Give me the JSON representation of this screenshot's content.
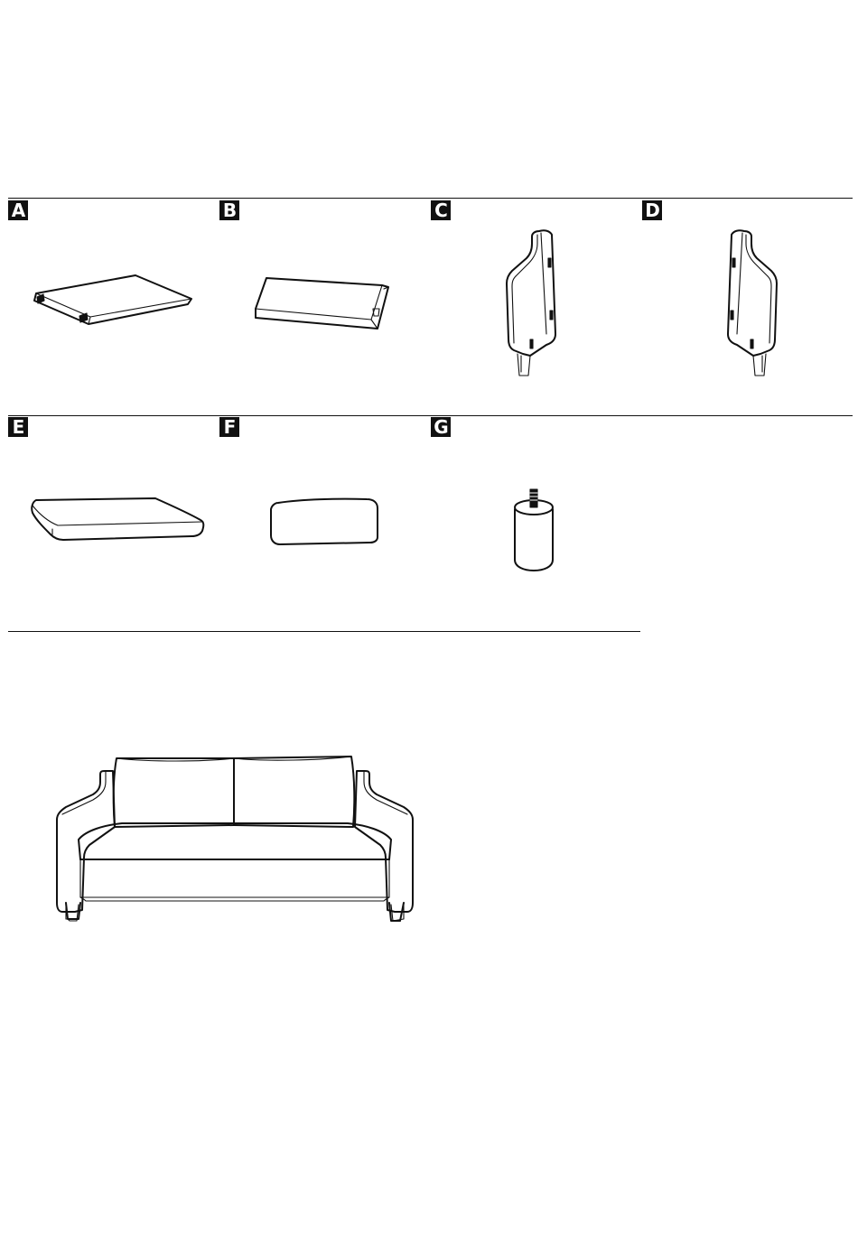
{
  "parts": [
    {
      "id": "part-a",
      "label": "A",
      "icon": "seat-base-panel-icon"
    },
    {
      "id": "part-b",
      "label": "B",
      "icon": "backrest-frame-icon"
    },
    {
      "id": "part-c",
      "label": "C",
      "icon": "left-armrest-icon"
    },
    {
      "id": "part-d",
      "label": "D",
      "icon": "right-armrest-icon"
    },
    {
      "id": "part-e",
      "label": "E",
      "icon": "seat-cushion-icon"
    },
    {
      "id": "part-f",
      "label": "F",
      "icon": "back-cushion-icon"
    },
    {
      "id": "part-g",
      "label": "G",
      "icon": "sofa-leg-icon"
    }
  ],
  "assembled": {
    "icon": "assembled-sofa-icon"
  },
  "colors": {
    "line": "#111111",
    "background": "#ffffff"
  }
}
